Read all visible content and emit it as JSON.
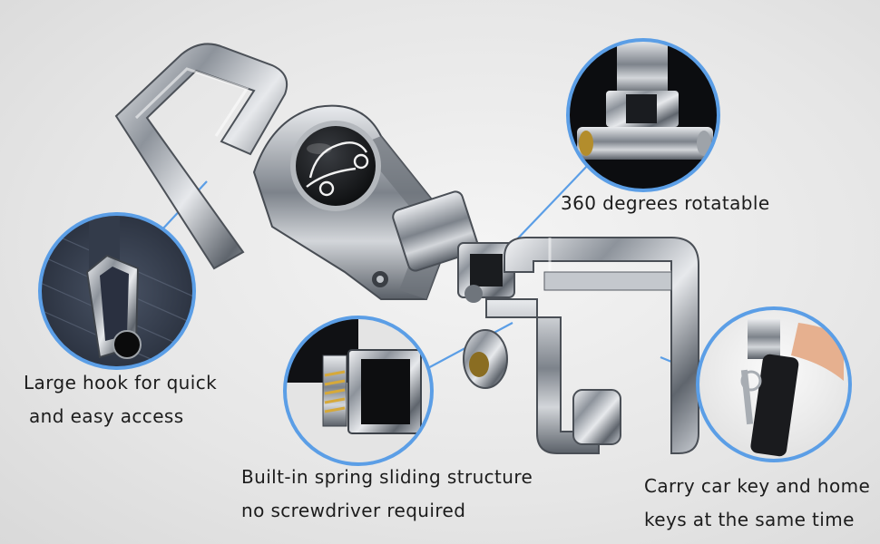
{
  "captions": {
    "hook": {
      "line1": "Large hook for quick",
      "line2": "and easy access"
    },
    "rotate": {
      "line1": "360 degrees rotatable"
    },
    "spring": {
      "line1": "Built-in spring sliding structure",
      "line2": "no screwdriver required"
    },
    "carry": {
      "line1": "Carry car key and home",
      "line2": "keys at the same time"
    }
  },
  "colors": {
    "callout_ring": "#5b9ee6",
    "background": "#e6e6e6",
    "metal": "#9aa0a8",
    "emblem": "#0a0a0a"
  },
  "icons": {
    "emblem": "car-icon"
  }
}
